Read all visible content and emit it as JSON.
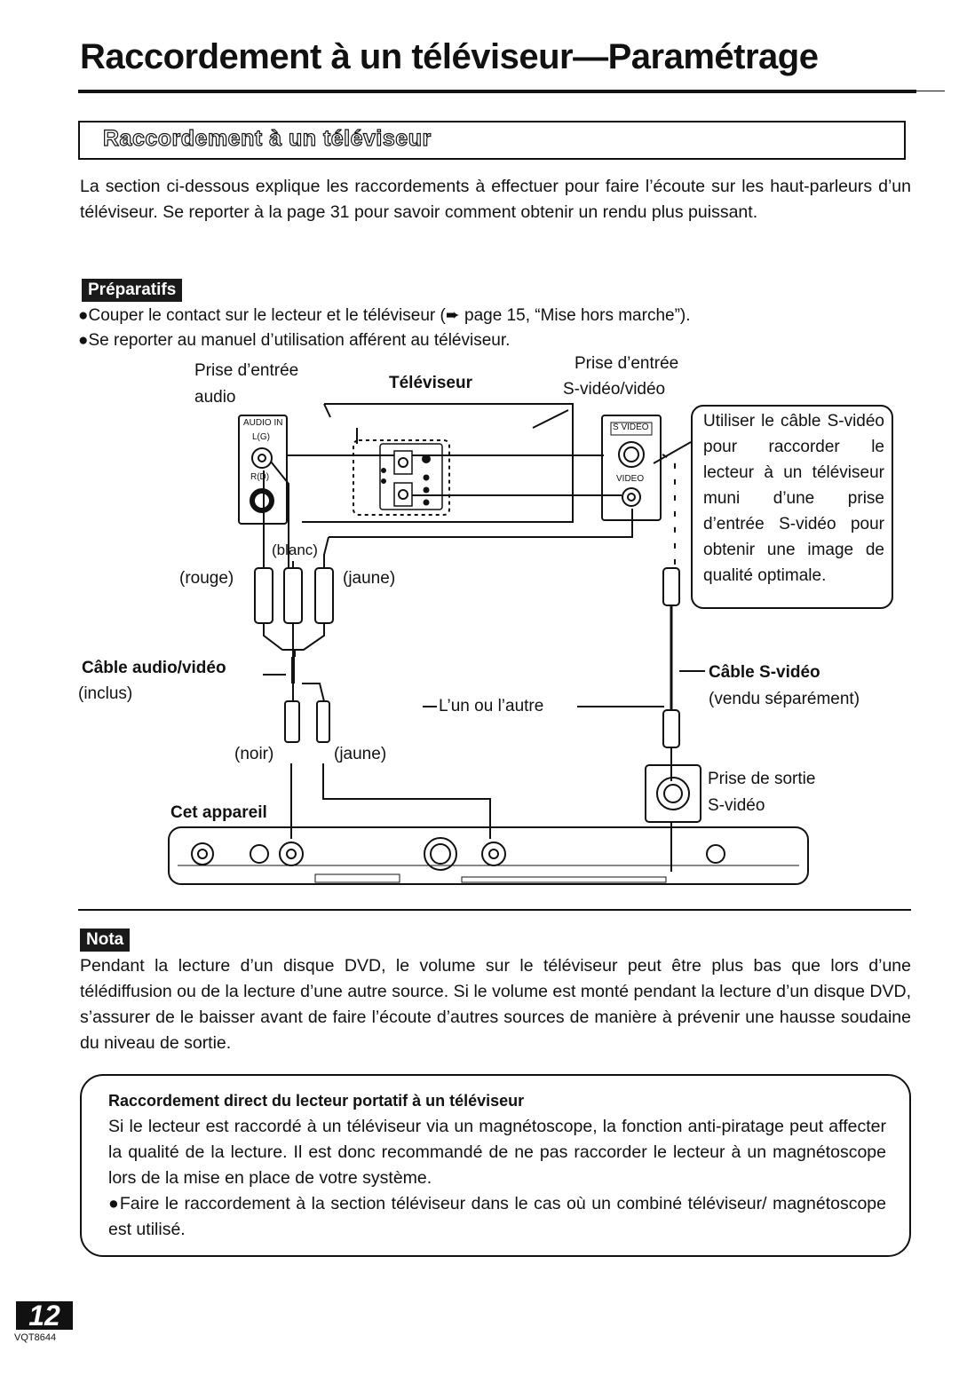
{
  "page": {
    "title": "Raccordement à un téléviseur—Paramétrage",
    "section_title": "Raccordement à un téléviseur",
    "intro": "La section ci-dessous explique les raccordements à effectuer pour faire l’écoute sur les haut-parleurs d’un téléviseur. Se reporter à la page 31 pour savoir comment obtenir un rendu plus puissant.",
    "prep_badge": "Préparatifs",
    "bullets": [
      "●Couper le contact sur le lecteur et le téléviseur (➨ page 15, “Mise hors marche”).",
      "●Se reporter au manuel d’utilisation afférent au téléviseur."
    ]
  },
  "diagram": {
    "tv_label": "Téléviseur",
    "audio_in_line1": "Prise d’entrée",
    "audio_in_line2": "audio",
    "video_in_line1": "Prise d’entrée",
    "video_in_line2": "S-vidéo/vidéo",
    "tv_audio_panel_label": "AUDIO IN",
    "tv_audio_l_label": "L(G)",
    "tv_audio_r_label": "R(D)",
    "tv_svideo_label": "S VIDEO",
    "tv_video_label": "VIDEO",
    "blanc": "(blanc)",
    "rouge": "(rouge)",
    "jaune_top": "(jaune)",
    "cable_av": "Câble audio/vidéo",
    "inclus": "(inclus)",
    "lun_ou_lautre": "L’un ou l’autre",
    "cable_svideo": "Câble S-vidéo",
    "vendu_separement": "(vendu séparément)",
    "noir": "(noir)",
    "jaune_bottom": "(jaune)",
    "cet_appareil": "Cet appareil",
    "prise_sortie_line1": "Prise de sortie",
    "prise_sortie_line2": "S-vidéo",
    "tip": "Utiliser le câble S-vidéo pour raccorder le lecteur à un téléviseur muni d’une prise d’entrée S-vidéo pour obtenir une image de qualité optimale."
  },
  "nota": {
    "badge": "Nota",
    "text": "Pendant la lecture d’un disque DVD, le volume sur le téléviseur peut être plus bas que lors d’une télédiffusion ou de la lecture d’une autre source. Si le volume est monté pendant la lecture d’un disque DVD, s’assurer de le baisser avant de faire l’écoute d’autres sources de manière à prévenir une hausse soudaine du niveau de sortie."
  },
  "direct": {
    "title": "Raccordement direct du lecteur portatif à un téléviseur",
    "text": "Si le lecteur est raccordé à un téléviseur via un magnétoscope, la fonction anti-piratage peut affecter la qualité de la lecture. Il est donc recommandé de ne pas raccorder le lecteur à un magnétoscope lors de la mise en place de votre système.",
    "bullet": "●Faire le raccordement à la section téléviseur dans le cas où un combiné téléviseur/ magnétoscope est utilisé."
  },
  "footer": {
    "page_number": "12",
    "code": "VQT8644"
  }
}
